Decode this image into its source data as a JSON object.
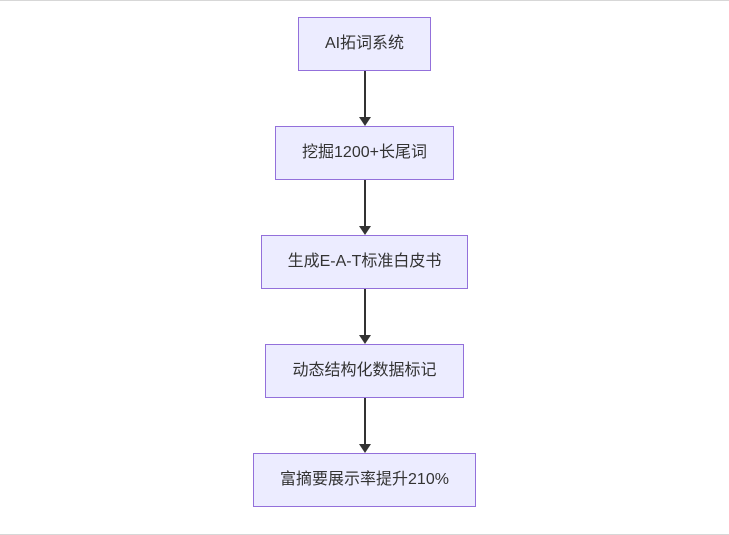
{
  "diagram": {
    "type": "flowchart",
    "direction": "top-down",
    "colors": {
      "node_fill": "#ececff",
      "node_border": "#9370db",
      "arrow": "#333333",
      "text": "#333333",
      "background": "#ffffff"
    },
    "nodes": [
      {
        "id": "A",
        "label": "AI拓词系统"
      },
      {
        "id": "B",
        "label": "挖掘1200+长尾词"
      },
      {
        "id": "C",
        "label": "生成E-A-T标准白皮书"
      },
      {
        "id": "D",
        "label": "动态结构化数据标记"
      },
      {
        "id": "E",
        "label": "富摘要展示率提升210%"
      }
    ],
    "edges": [
      {
        "from": "A",
        "to": "B"
      },
      {
        "from": "B",
        "to": "C"
      },
      {
        "from": "C",
        "to": "D"
      },
      {
        "from": "D",
        "to": "E"
      }
    ]
  }
}
